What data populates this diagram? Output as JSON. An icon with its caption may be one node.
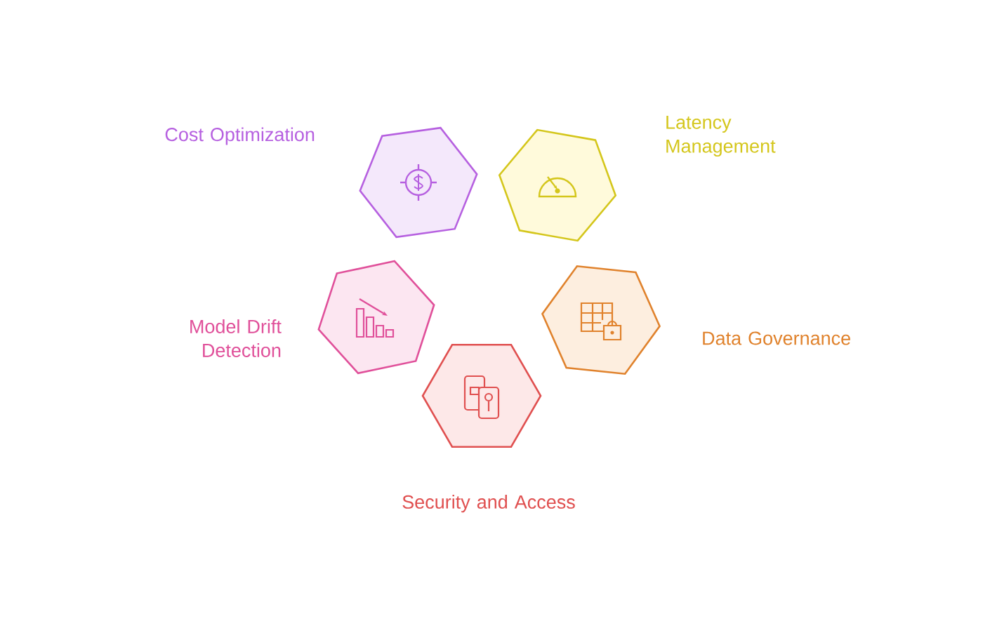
{
  "diagram": {
    "nodes": [
      {
        "text": [
          "Cost Optimization"
        ]
      },
      {
        "text": [
          "Latency Management"
        ]
      },
      {
        "text": [
          "Model Drift Detection"
        ]
      },
      {
        "text": [
          "Data Governance"
        ]
      },
      {
        "text": [
          "Security and Access"
        ]
      }
    ]
  }
}
